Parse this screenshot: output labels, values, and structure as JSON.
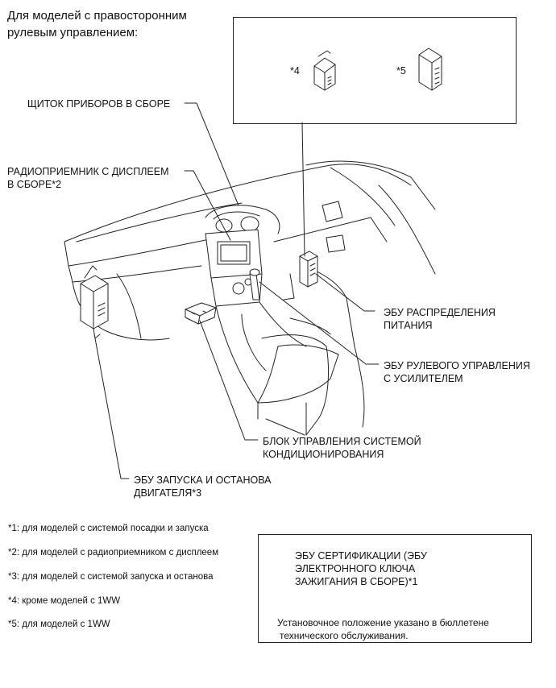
{
  "heading": {
    "line1": "Для моделей с правосторонним",
    "line2": "рулевым управлением:"
  },
  "inset_top": {
    "mark4": "*4",
    "mark5": "*5"
  },
  "labels": {
    "instrument_cluster": "ЩИТОК ПРИБОРОВ В СБОРЕ",
    "radio_line1": "РАДИОПРИЕМНИК С ДИСПЛЕЕМ",
    "radio_line2": "В СБОРЕ*2",
    "power_dist_line1": "ЭБУ РАСПРЕДЕЛЕНИЯ",
    "power_dist_line2": "ПИТАНИЯ",
    "eps_line1": "ЭБУ РУЛЕВОГО УПРАВЛЕНИЯ",
    "eps_line2": "С УСИЛИТЕЛЕМ",
    "ac_line1": "БЛОК УПРАВЛЕНИЯ СИСТЕМОЙ",
    "ac_line2": "КОНДИЦИОНИРОВАНИЯ",
    "engine_line1": "ЭБУ ЗАПУСКА И ОСТАНОВА",
    "engine_line2": "ДВИГАТЕЛЯ*3"
  },
  "footnotes": [
    "*1: для моделей с системой посадки и запуска",
    "*2: для моделей с радиоприемником с дисплеем",
    "*3: для моделей с системой запуска и останова",
    "*4: кроме моделей с 1WW",
    "*5: для моделей с 1WW"
  ],
  "inset_bottom": {
    "cert_line1": "ЭБУ СЕРТИФИКАЦИИ (ЭБУ",
    "cert_line2": "ЭЛЕКТРОННОГО КЛЮЧА",
    "cert_line3": "ЗАЖИГАНИЯ В СБОРЕ)*1",
    "note_line1": "Установочное положение указано в бюллетене",
    "note_line2": "технического обслуживания."
  }
}
